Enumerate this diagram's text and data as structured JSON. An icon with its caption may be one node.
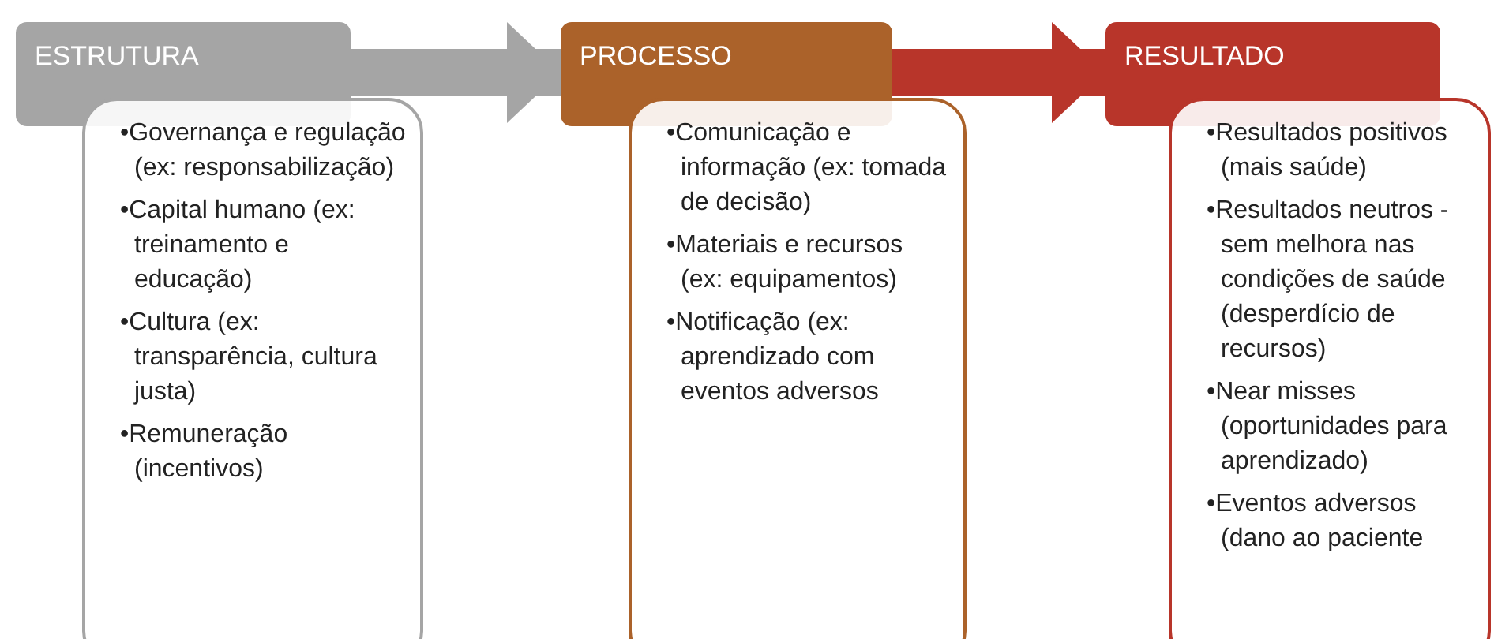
{
  "diagram": {
    "nodes": [
      {
        "text": [
          "ESTRUTURA"
        ]
      },
      {
        "text": [
          "•Governança e regulação (ex: responsabilização)",
          "•Capital humano (ex: treinamento e educação)",
          "•Cultura (ex: transparência, cultura justa)",
          "•Remuneração (incentivos)"
        ]
      },
      {
        "text": [
          "PROCESSO"
        ]
      },
      {
        "text": [
          "•Comunicação e informação (ex: tomada de decisão)",
          "•Materiais e recursos (ex: equipamentos)",
          "•Notificação (ex: aprendizado com eventos adversos"
        ]
      },
      {
        "text": [
          "RESULTADO"
        ]
      },
      {
        "text": [
          "•Resultados positivos (mais saúde)",
          "•Resultados neutros - sem melhora nas condições de saúde (desperdício de recursos)",
          "•Near misses (oportunidades para aprendizado)",
          "•Eventos adversos (dano ao paciente"
        ]
      }
    ],
    "edges": [
      {
        "from": 0,
        "to": 2,
        "arrow": "to",
        "color": "#a5a5a5"
      },
      {
        "from": 2,
        "to": 4,
        "arrow": "to",
        "color": "#b8352a"
      }
    ]
  }
}
